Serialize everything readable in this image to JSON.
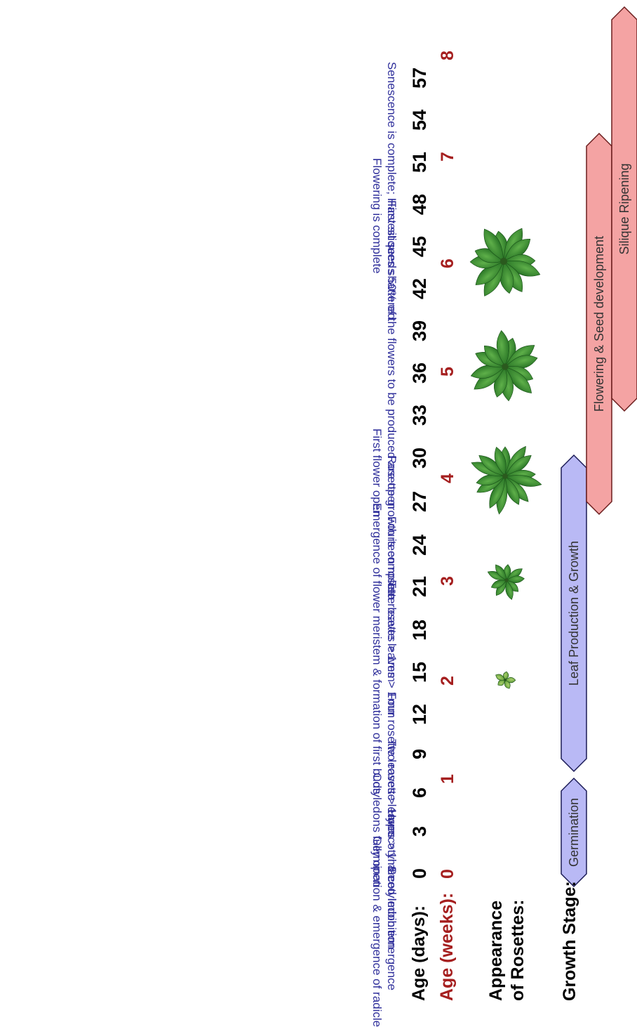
{
  "colors": {
    "event_text": "#2f2f9b",
    "week_text": "#a51f1f",
    "leaf_fill": "#b9b9f5",
    "leaf_stroke": "#1a1a55",
    "repro_fill": "#f4a3a3",
    "repro_stroke": "#6b1d1d"
  },
  "headers": {
    "days": "Age (days):",
    "weeks": "Age (weeks):",
    "appearance_line1": "Appearance",
    "appearance_line2": "of Rosettes:",
    "growth_stage": "Growth Stage:"
  },
  "days": [
    "0",
    "3",
    "6",
    "9",
    "12",
    "15",
    "18",
    "21",
    "24",
    "27",
    "30",
    "33",
    "36",
    "39",
    "42",
    "45",
    "48",
    "51",
    "54",
    "57"
  ],
  "weeks": [
    "0",
    "1",
    "2",
    "3",
    "4",
    "5",
    "6",
    "7",
    "8"
  ],
  "events": [
    "Seed Imbibition",
    "Germination & emergence of radicle",
    "Hypocotyl & cotyledon emergence",
    "Cotyledons fully open",
    "Two rosette leaves > 1mm",
    "Four rosette leaves > 1mm",
    "Ten rosette leaves > 1mm",
    "Fourteen rosette leaves > 1mm",
    "Emergence of flower meristem & formation of first buds",
    "Rosette growth is complete",
    "First flower open",
    "50% of the flowers to be produced are open",
    "First siliques shattered",
    "Flowering is complete",
    "Senescence is complete; Harvest seeds"
  ],
  "stages": [
    "Germination",
    "Leaf Production & Growth",
    "Flowering & Seed development",
    "Silique Ripening"
  ],
  "rosette_icon": "rosette-plant-icon"
}
